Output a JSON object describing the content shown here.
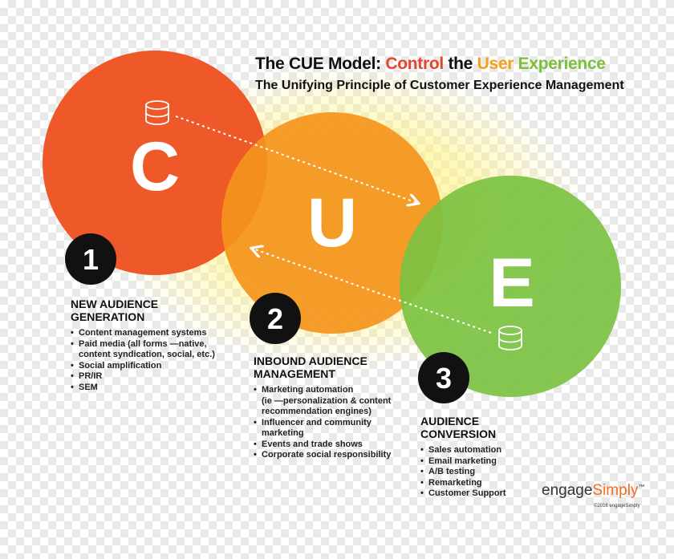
{
  "header": {
    "title_parts": [
      {
        "text": "The CUE Model: ",
        "color": "#111111"
      },
      {
        "text": "Control",
        "color": "#e8432b"
      },
      {
        "text": " the ",
        "color": "#111111"
      },
      {
        "text": "User",
        "color": "#f5a21b"
      },
      {
        "text": " Experience",
        "color": "#7cbf3a"
      }
    ],
    "subtitle": "The Unifying Principle of Customer Experience Management"
  },
  "circles": [
    {
      "letter": "C",
      "color": "#ee5322"
    },
    {
      "letter": "U",
      "color": "#f4941c"
    },
    {
      "letter": "E",
      "color": "#7cc242"
    }
  ],
  "colors": {
    "glow": "#fff27a",
    "badge": "#111111"
  },
  "icons": {
    "database": "database-icon"
  },
  "steps": [
    {
      "number": "1",
      "heading": "NEW AUDIENCE\nGENERATION",
      "items": [
        "Content management systems",
        "Paid media (all forms —native,\ncontent syndication, social, etc.)",
        "Social amplification",
        "PR/IR",
        "SEM"
      ]
    },
    {
      "number": "2",
      "heading": "INBOUND AUDIENCE\nMANAGEMENT",
      "items": [
        "Marketing automation\n(ie —personalization & content\nrecommendation engines)",
        "Influencer and community\nmarketing",
        "Events and trade shows",
        "Corporate social responsibility"
      ]
    },
    {
      "number": "3",
      "heading": "AUDIENCE\nCONVERSION",
      "items": [
        "Sales automation",
        "Email marketing",
        "A/B testing",
        "Remarketing",
        "Customer Support"
      ]
    }
  ],
  "brand": {
    "part1": "engage",
    "part2": "Simply",
    "tm": "™",
    "copyright": "©2016 engageSimply"
  }
}
